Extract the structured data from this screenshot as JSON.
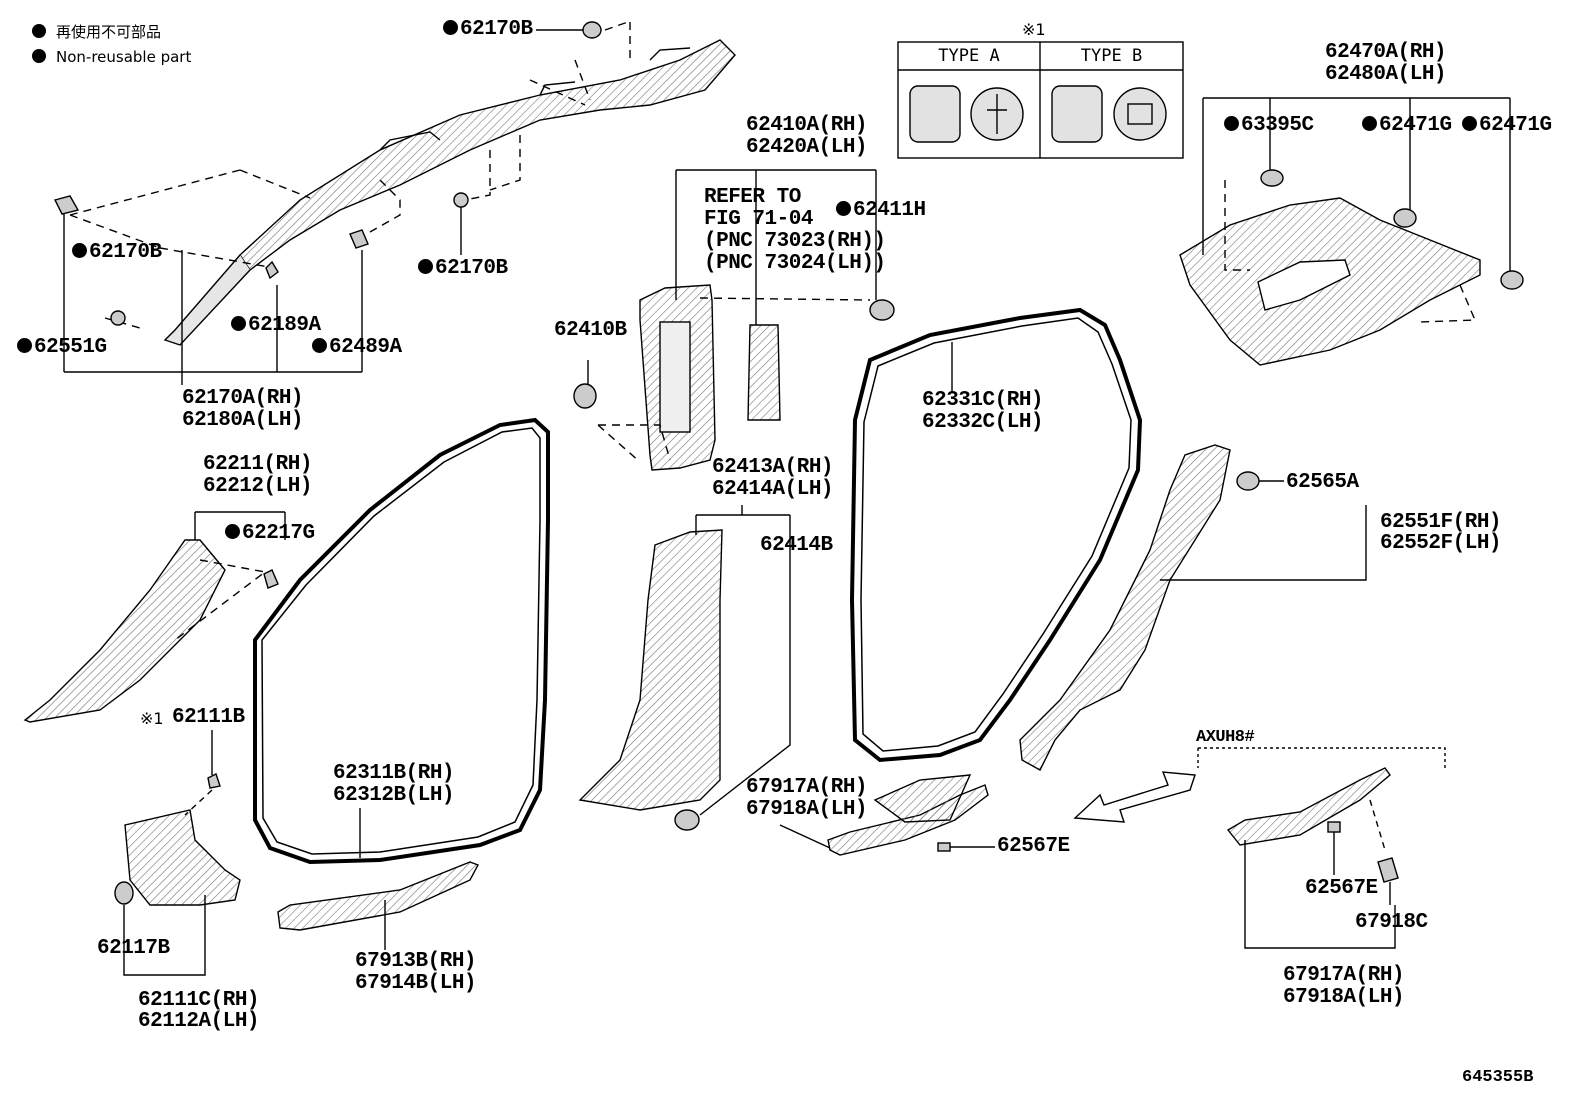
{
  "legend": {
    "jp": "再使用不可部品",
    "en": "Non-reusable part"
  },
  "type_table": {
    "note_mark": "※1",
    "type_a": "TYPE A",
    "type_b": "TYPE B"
  },
  "callouts": {
    "p62170B_top": "62170B",
    "p62170B_left": "62170B",
    "p62170B_mid": "62170B",
    "p62551G": "62551G",
    "p62189A": "62189A",
    "p62489A": "62489A",
    "p62170A_rh": "62170A(RH)",
    "p62180A_lh": "62180A(LH)",
    "p62410A_rh": "62410A(RH)",
    "p62420A_lh": "62420A(LH)",
    "refer1": "REFER TO",
    "refer2": "FIG 71-04",
    "refer3": "(PNC 73023(RH))",
    "refer4": "(PNC 73024(LH))",
    "p62411H": "62411H",
    "p62410B": "62410B",
    "p62470A_rh": "62470A(RH)",
    "p62480A_lh": "62480A(LH)",
    "p63395C": "63395C",
    "p62471G_1": "62471G",
    "p62471G_2": "62471G",
    "p62211_rh": "62211(RH)",
    "p62212_lh": "62212(LH)",
    "p62217G": "62217G",
    "p62413A_rh": "62413A(RH)",
    "p62414A_lh": "62414A(LH)",
    "p62414B": "62414B",
    "p62331C_rh": "62331C(RH)",
    "p62332C_lh": "62332C(LH)",
    "p62565A": "62565A",
    "p62551F_rh": "62551F(RH)",
    "p62552F_lh": "62552F(LH)",
    "mark62111B": "※1",
    "p62111B": "62111B",
    "p62311B_rh": "62311B(RH)",
    "p62312B_lh": "62312B(LH)",
    "p67917A_rh": "67917A(RH)",
    "p67918A_lh": "67918A(LH)",
    "p62567E": "62567E",
    "axuh": "AXUH8#",
    "p62117B": "62117B",
    "p62111C_rh": "62111C(RH)",
    "p62112A_lh": "62112A(LH)",
    "p67913B_rh": "67913B(RH)",
    "p67914B_lh": "67914B(LH)",
    "p62567E_b": "62567E",
    "p67918C": "67918C",
    "p67917A_rh_b": "67917A(RH)",
    "p67918A_lh_b": "67918A(LH)"
  },
  "footer": {
    "illustration_no": "645355B"
  },
  "colors": {
    "ink": "#000000",
    "paper": "#ffffff",
    "shade": "#d8d8d8"
  }
}
